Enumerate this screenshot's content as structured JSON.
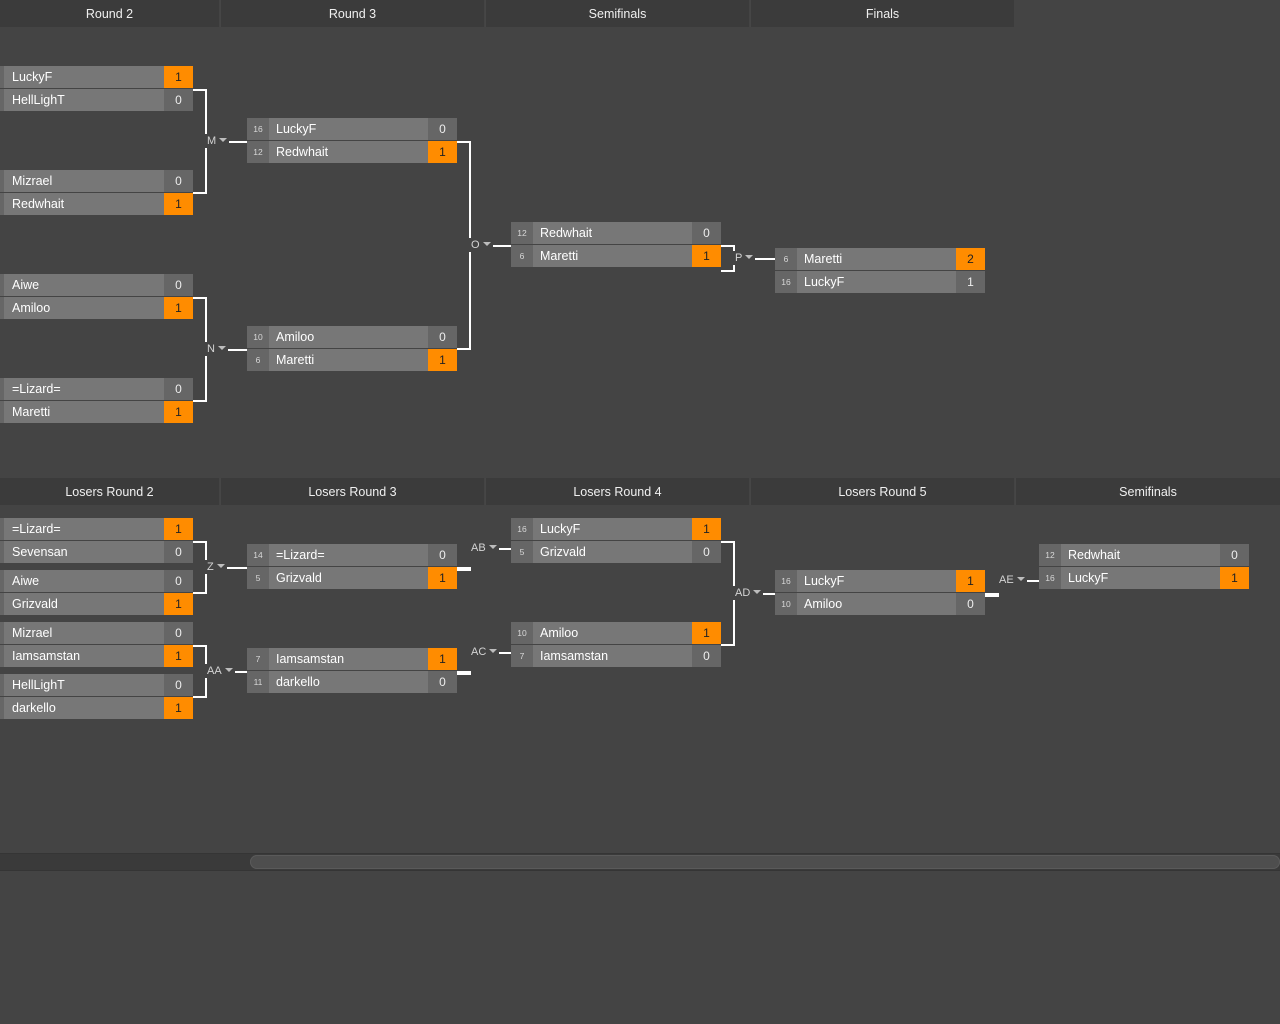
{
  "winners_headers": [
    "Round 2",
    "Round 3",
    "Semifinals",
    "Finals"
  ],
  "losers_headers": [
    "Losers Round 2",
    "Losers Round 3",
    "Losers Round 4",
    "Losers Round 5",
    "Semifinals"
  ],
  "colors": {
    "background": "#444444",
    "header": "#3b3b3b",
    "row": "#777777",
    "score": "#666666",
    "winner_score": "#ff8c00",
    "connector": "#ffffff"
  },
  "winners": {
    "round2": [
      {
        "p1": {
          "name": "LuckyF",
          "score": "1",
          "win": true
        },
        "p2": {
          "name": "HellLighT",
          "score": "0",
          "win": false
        }
      },
      {
        "p1": {
          "name": "Mizrael",
          "score": "0",
          "win": false
        },
        "p2": {
          "name": "Redwhait",
          "score": "1",
          "win": true
        }
      },
      {
        "p1": {
          "name": "Aiwe",
          "score": "0",
          "win": false
        },
        "p2": {
          "name": "Amiloo",
          "score": "1",
          "win": true
        }
      },
      {
        "p1": {
          "name": "=Lizard=",
          "score": "0",
          "win": false
        },
        "p2": {
          "name": "Maretti",
          "score": "1",
          "win": true
        }
      }
    ],
    "round3": [
      {
        "label": "M",
        "p1": {
          "seed": "16",
          "name": "LuckyF",
          "score": "0",
          "win": false
        },
        "p2": {
          "seed": "12",
          "name": "Redwhait",
          "score": "1",
          "win": true
        }
      },
      {
        "label": "N",
        "p1": {
          "seed": "10",
          "name": "Amiloo",
          "score": "0",
          "win": false
        },
        "p2": {
          "seed": "6",
          "name": "Maretti",
          "score": "1",
          "win": true
        }
      }
    ],
    "semifinal": {
      "label": "O",
      "p1": {
        "seed": "12",
        "name": "Redwhait",
        "score": "0",
        "win": false
      },
      "p2": {
        "seed": "6",
        "name": "Maretti",
        "score": "1",
        "win": true
      }
    },
    "final": {
      "label": "P",
      "p1": {
        "seed": "6",
        "name": "Maretti",
        "score": "2",
        "win": true
      },
      "p2": {
        "seed": "16",
        "name": "LuckyF",
        "score": "1",
        "win": false
      }
    }
  },
  "losers": {
    "round2": [
      {
        "p1": {
          "name": "=Lizard=",
          "score": "1",
          "win": true
        },
        "p2": {
          "name": "Sevensan",
          "score": "0",
          "win": false
        }
      },
      {
        "p1": {
          "name": "Aiwe",
          "score": "0",
          "win": false
        },
        "p2": {
          "name": "Grizvald",
          "score": "1",
          "win": true
        }
      },
      {
        "p1": {
          "name": "Mizrael",
          "score": "0",
          "win": false
        },
        "p2": {
          "name": "Iamsamstan",
          "score": "1",
          "win": true
        }
      },
      {
        "p1": {
          "name": "HellLighT",
          "score": "0",
          "win": false
        },
        "p2": {
          "name": "darkello",
          "score": "1",
          "win": true
        }
      }
    ],
    "round3": [
      {
        "label": "Z",
        "p1": {
          "seed": "14",
          "name": "=Lizard=",
          "score": "0",
          "win": false
        },
        "p2": {
          "seed": "5",
          "name": "Grizvald",
          "score": "1",
          "win": true
        }
      },
      {
        "label": "AA",
        "p1": {
          "seed": "7",
          "name": "Iamsamstan",
          "score": "1",
          "win": true
        },
        "p2": {
          "seed": "11",
          "name": "darkello",
          "score": "0",
          "win": false
        }
      }
    ],
    "round4": [
      {
        "label": "AB",
        "p1": {
          "seed": "16",
          "name": "LuckyF",
          "score": "1",
          "win": true
        },
        "p2": {
          "seed": "5",
          "name": "Grizvald",
          "score": "0",
          "win": false
        }
      },
      {
        "label": "AC",
        "p1": {
          "seed": "10",
          "name": "Amiloo",
          "score": "1",
          "win": true
        },
        "p2": {
          "seed": "7",
          "name": "Iamsamstan",
          "score": "0",
          "win": false
        }
      }
    ],
    "round5": {
      "label": "AD",
      "p1": {
        "seed": "16",
        "name": "LuckyF",
        "score": "1",
        "win": true
      },
      "p2": {
        "seed": "10",
        "name": "Amiloo",
        "score": "0",
        "win": false
      }
    },
    "semifinal": {
      "label": "AE",
      "p1": {
        "seed": "12",
        "name": "Redwhait",
        "score": "0",
        "win": false
      },
      "p2": {
        "seed": "16",
        "name": "LuckyF",
        "score": "1",
        "win": true
      }
    }
  }
}
